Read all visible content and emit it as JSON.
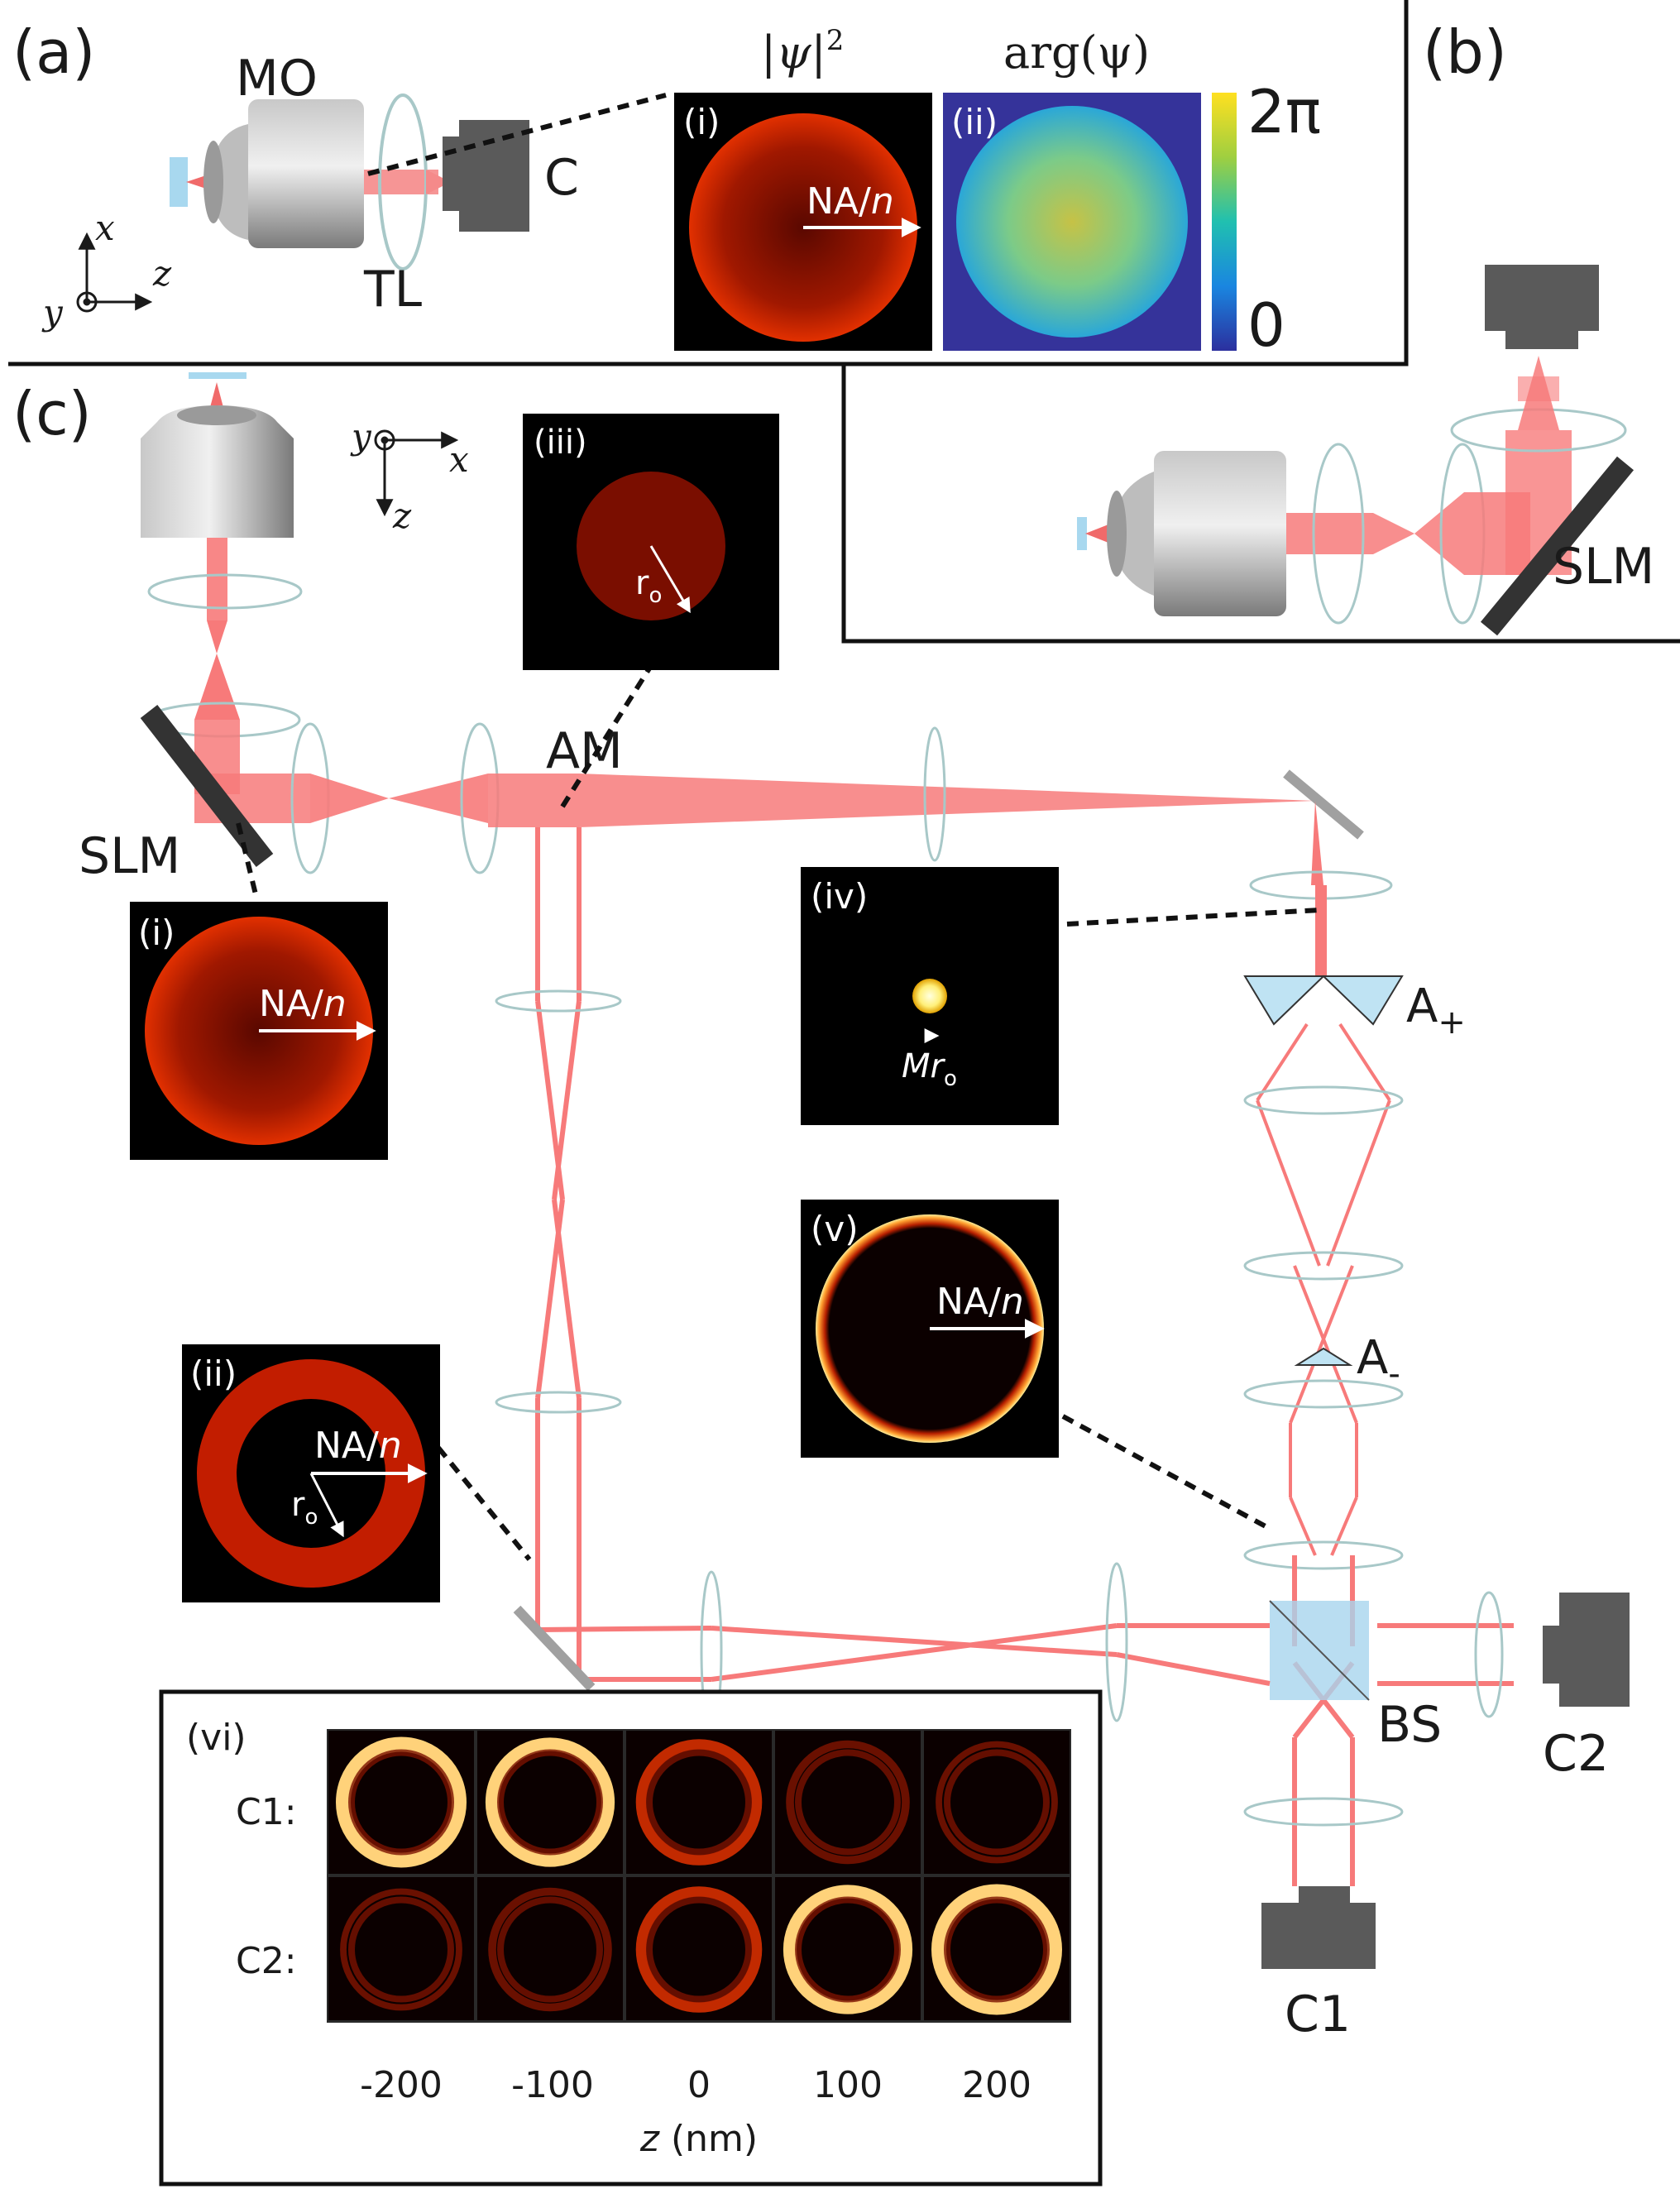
{
  "panels": {
    "a": "(a)",
    "b": "(b)",
    "c": "(c)"
  },
  "panel_a": {
    "objective": "MO",
    "tube_lens": "TL",
    "camera": "C",
    "axis_x": "x",
    "axis_y": "y",
    "axis_z": "z",
    "intensity_title": "|ψ|",
    "intensity_power": "2",
    "phase_title": "arg(ψ)",
    "inset_i": "(i)",
    "inset_ii": "(ii)",
    "na_label": "NA/",
    "n_label": "n",
    "colorbar_max": "2π",
    "colorbar_min": "0"
  },
  "panel_b": {
    "slm": "SLM"
  },
  "panel_c": {
    "axis_y": "y",
    "axis_x": "x",
    "axis_z": "z",
    "slm": "SLM",
    "amplitude_mask": "AM",
    "axicon_plus": "A",
    "axicon_plus_sub": "+",
    "axicon_minus": "A",
    "axicon_minus_sub": "-",
    "beam_splitter": "BS",
    "camera1": "C1",
    "camera2": "C2",
    "inset_i": "(i)",
    "inset_ii": "(ii)",
    "inset_iii": "(iii)",
    "inset_iv": "(iv)",
    "inset_v": "(v)",
    "inset_vi": "(vi)",
    "na_label": "NA/",
    "n_label": "n",
    "r_label": "r",
    "r_sub": "o",
    "mr_label": "Mr",
    "mr_sub": "o"
  },
  "panel_vi": {
    "row_labels": [
      "C1:",
      "C2:"
    ],
    "z_values": [
      "-200",
      "-100",
      "0",
      "100",
      "200"
    ],
    "xlabel_var": "z",
    "xlabel_unit": " (nm)"
  },
  "colors": {
    "beam": "#f77a7a",
    "lens": "#b8d6d6",
    "camera": "#5a5a5a",
    "axicon": "#bfe3f3",
    "hot": "#ffefaa",
    "panel_bg": "#0b0000"
  }
}
